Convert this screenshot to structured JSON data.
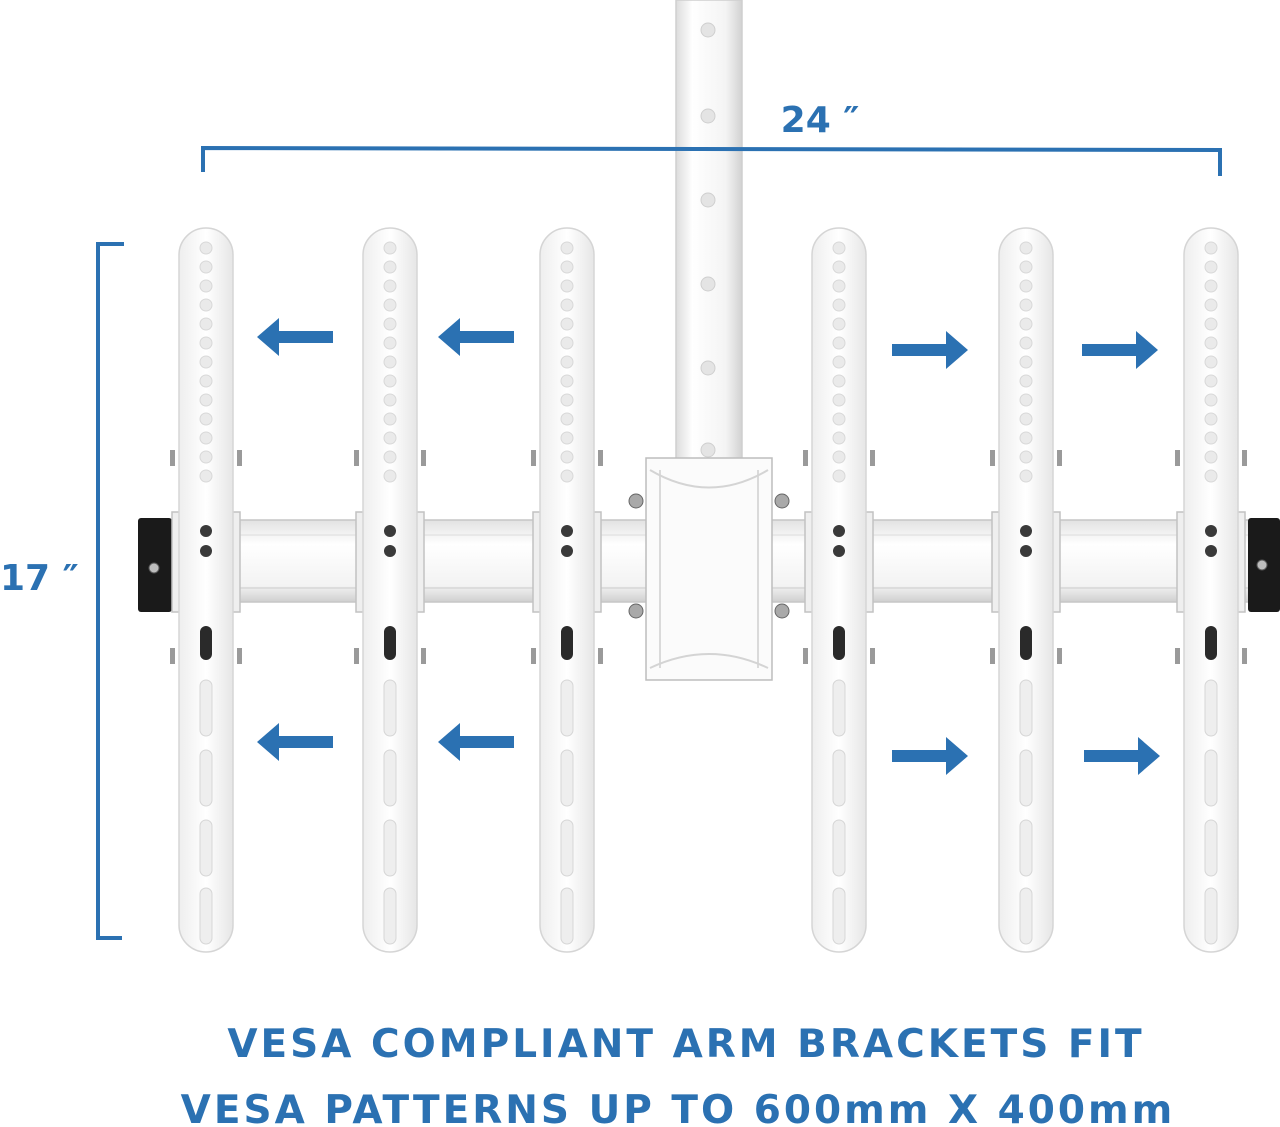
{
  "dimensions": {
    "width_label": "24 ″",
    "height_label": "17 ″"
  },
  "caption": {
    "line1": "VESA COMPLIANT ARM BRACKETS FIT",
    "line2": "VESA PATTERNS UP TO 600mm X 400mm"
  },
  "colors": {
    "accent": "#2b71b2",
    "metal": "#f6f6f6",
    "metal_outline": "#c9c9c9",
    "end_cap": "#1a1a1a"
  },
  "icons": {
    "arrow_left": "arrow-left-icon",
    "arrow_right": "arrow-right-icon"
  }
}
